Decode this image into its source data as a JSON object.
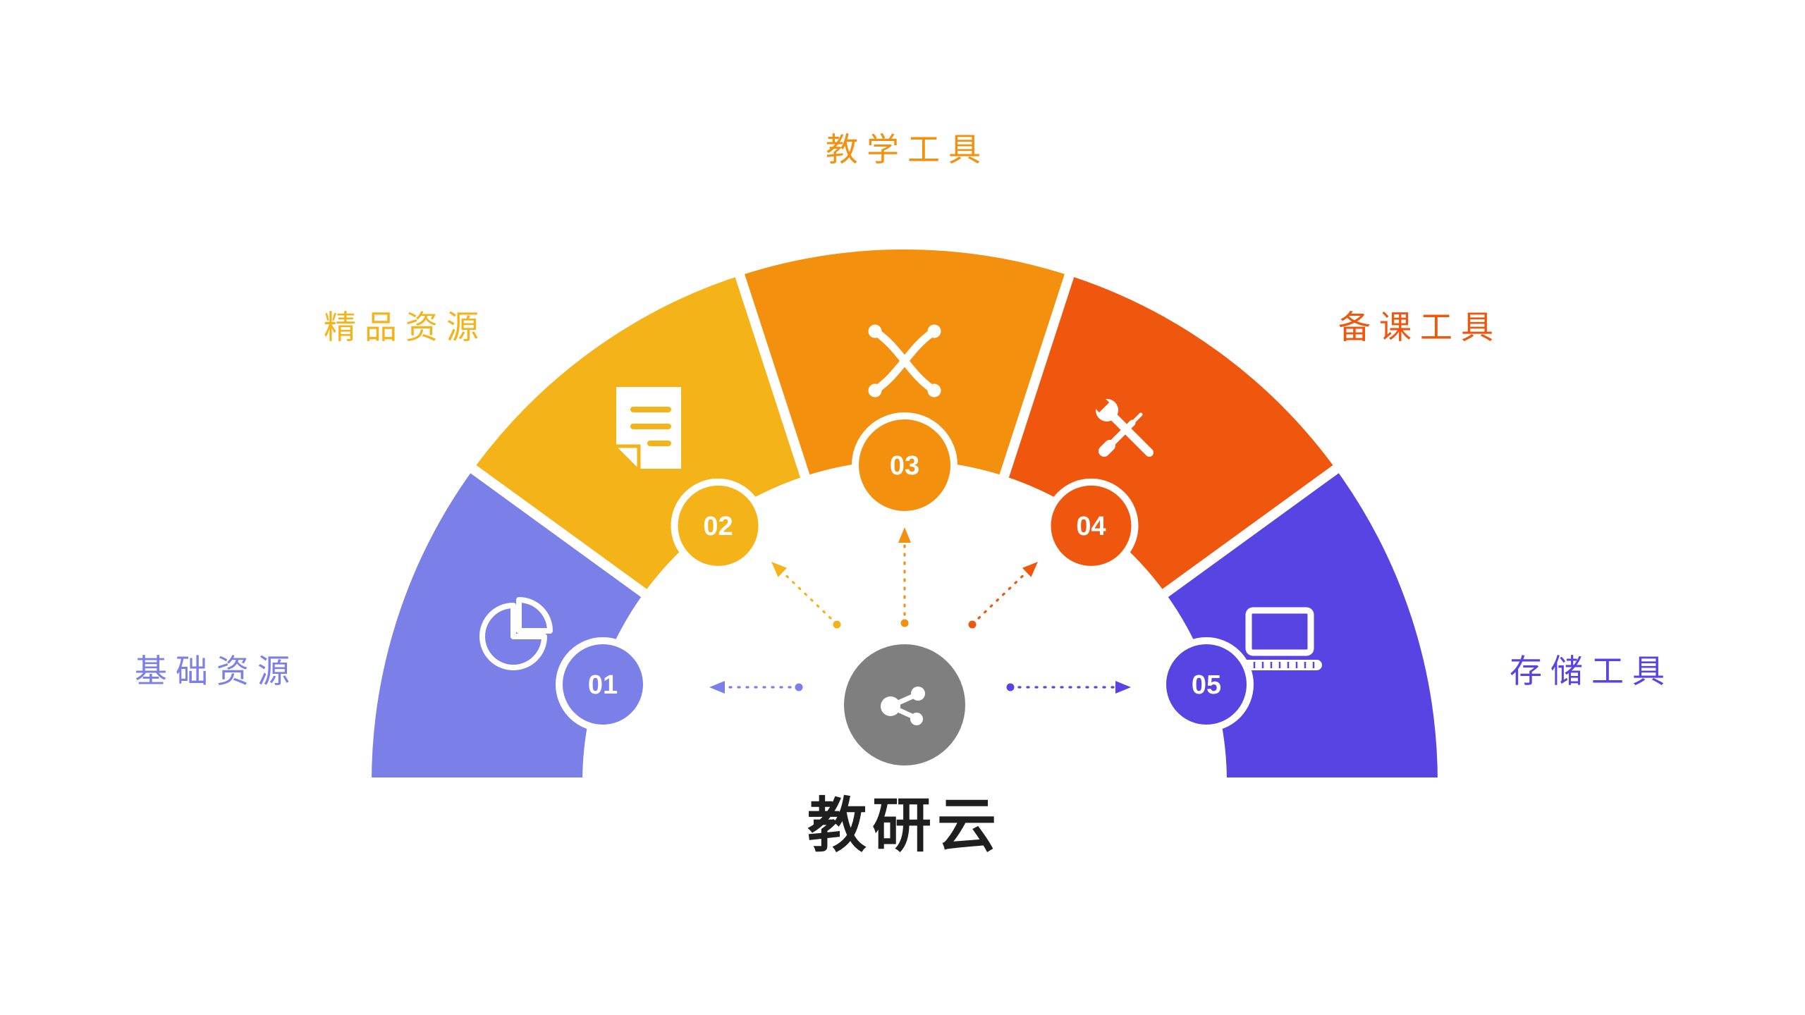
{
  "diagram": {
    "title": "教研云",
    "title_color": "#1f1f1f",
    "background": "#ffffff",
    "hub": {
      "color": "#7f7f7f",
      "icon": "share-icon"
    }
  },
  "segments": [
    {
      "number": "01",
      "label": "基础资源",
      "color": "#7B80E8",
      "icon": "pie-chart-icon"
    },
    {
      "number": "02",
      "label": "精品资源",
      "color": "#F5B31A",
      "icon": "document-icon"
    },
    {
      "number": "03",
      "label": "教学工具",
      "color": "#F3910F",
      "icon": "knot-link-icon"
    },
    {
      "number": "04",
      "label": "备课工具",
      "color": "#EF570F",
      "icon": "tools-icon"
    },
    {
      "number": "05",
      "label": "存储工具",
      "color": "#5844E2",
      "icon": "laptop-icon"
    }
  ]
}
